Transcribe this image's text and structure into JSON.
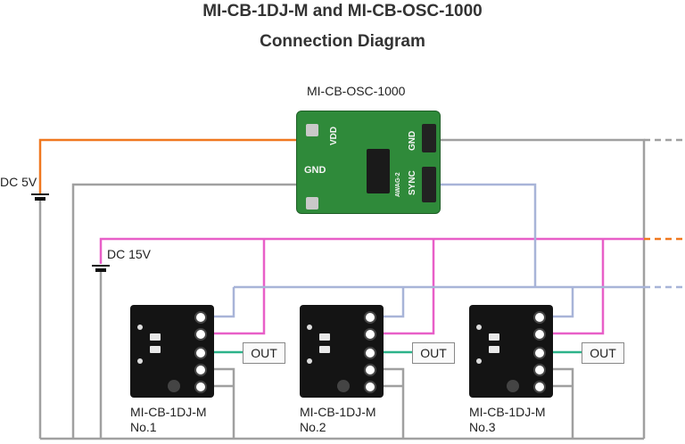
{
  "title_line1": "MI-CB-1DJ-M and MI-CB-OSC-1000",
  "title_line2": "Connection Diagram",
  "osc_board": {
    "name": "MI-CB-OSC-1000",
    "silk_vdd": "VDD",
    "silk_gnd_top": "GND",
    "silk_gnd_left": "GND",
    "silk_sync": "SYNC",
    "silk_id": "AWAG-2"
  },
  "power": {
    "dc5": "DC 5V",
    "dc15": "DC 15V"
  },
  "out_label": "OUT",
  "modules": [
    {
      "name": "MI-CB-1DJ-M",
      "number": "No.1"
    },
    {
      "name": "MI-CB-1DJ-M",
      "number": "No.2"
    },
    {
      "name": "MI-CB-1DJ-M",
      "number": "No.3"
    }
  ],
  "colors": {
    "vdd_5v": "#f07820",
    "vdd_15v": "#e85fc8",
    "gnd": "#a0a0a0",
    "sync": "#a8b4d8",
    "out": "#2db38a"
  }
}
